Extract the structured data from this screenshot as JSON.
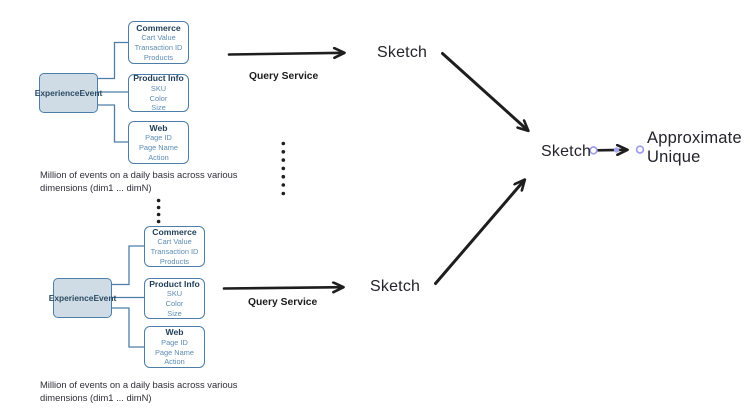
{
  "colors": {
    "box_border": "#4d7ea8",
    "event_fill": "#cfdce5",
    "box_title_text": "#1d3c56",
    "box_item_text": "#5d8cb3",
    "arrow_black": "#1e1e1e",
    "selection_handle": "#9d9dea"
  },
  "clusters": [
    {
      "event_label": "ExperienceEvent",
      "boxes": [
        {
          "title": "Commerce",
          "items": [
            "Cart Value",
            "Transaction ID",
            "Products"
          ]
        },
        {
          "title": "Product Info",
          "items": [
            "SKU",
            "Color",
            "Size"
          ]
        },
        {
          "title": "Web",
          "items": [
            "Page ID",
            "Page Name",
            "Action"
          ]
        }
      ],
      "arrow_label": "Query Service",
      "sketch_label": "Sketch",
      "caption": "Million of events on a daily basis across various dimensions (dim1 ... dimN)"
    },
    {
      "event_label": "ExperienceEvent",
      "boxes": [
        {
          "title": "Commerce",
          "items": [
            "Cart Value",
            "Transaction ID",
            "Products"
          ]
        },
        {
          "title": "Product Info",
          "items": [
            "SKU",
            "Color",
            "Size"
          ]
        },
        {
          "title": "Web",
          "items": [
            "Page ID",
            "Page Name",
            "Action"
          ]
        }
      ],
      "arrow_label": "Query Service",
      "sketch_label": "Sketch",
      "caption": "Million of events on a daily basis across various dimensions (dim1 ... dimN)"
    }
  ],
  "merge": {
    "sketch_label": "Sketch",
    "output_label": "Approximate Unique"
  }
}
